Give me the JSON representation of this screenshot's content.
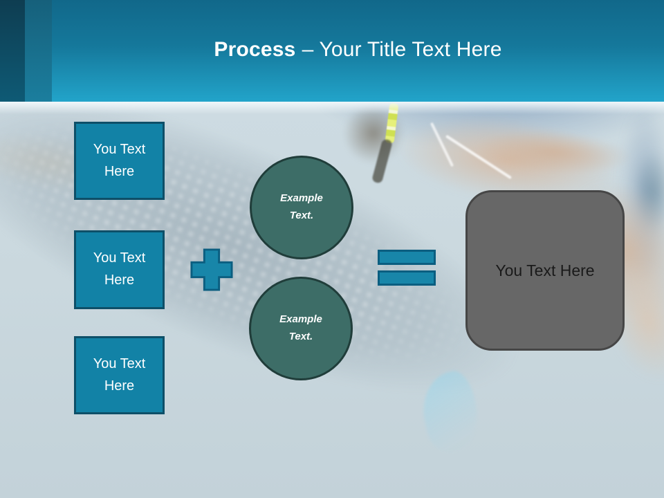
{
  "slide": {
    "header": {
      "title_bold": "Process",
      "title_rest": "– Your Title Text Here"
    },
    "process_boxes": [
      {
        "label": "You Text Here"
      },
      {
        "label": "You Text Here"
      },
      {
        "label": "You Text Here"
      }
    ],
    "operators": [
      {
        "icon": "plus-icon"
      },
      {
        "icon": "equals-icon"
      }
    ],
    "example_circles": [
      {
        "label": "Example Text."
      },
      {
        "label": "Example Text."
      }
    ],
    "result_box": {
      "label": "You Text Here"
    },
    "colors": {
      "accent_teal": "#1282a6",
      "teal_border": "#0e4f68",
      "operator_fill": "#1886a9",
      "operator_border": "#0b5e80",
      "circle_fill": "#3d6d67",
      "circle_border": "#203d3a",
      "result_fill": "#676767",
      "result_border": "#464646",
      "header_gradient_top": "#11688a",
      "header_gradient_bottom": "#22a4ca"
    }
  }
}
